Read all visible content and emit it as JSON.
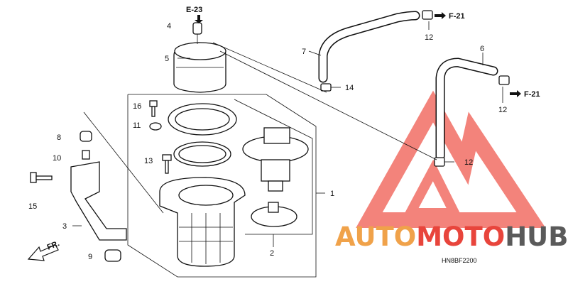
{
  "diagram": {
    "callouts": {
      "c1": "1",
      "c2": "2",
      "c3": "3",
      "c4": "4",
      "c5": "5",
      "c6": "6",
      "c7": "7",
      "c8": "8",
      "c9": "9",
      "c10": "10",
      "c11": "11",
      "c12a": "12",
      "c12b": "12",
      "c12c": "12",
      "c13": "13",
      "c14": "14",
      "c15": "15",
      "c16": "16"
    },
    "refs": {
      "e23": "E-23",
      "f21a": "F-21",
      "f21b": "F-21"
    },
    "direction": "FR.",
    "code": "HN8BF2200"
  },
  "watermark": {
    "part1": "AUTO",
    "part2": "MOTO",
    "part3": "HUB",
    "colors": {
      "red": "#e8453c",
      "orange": "#f0a24a",
      "gray": "#5a5a5a"
    }
  }
}
